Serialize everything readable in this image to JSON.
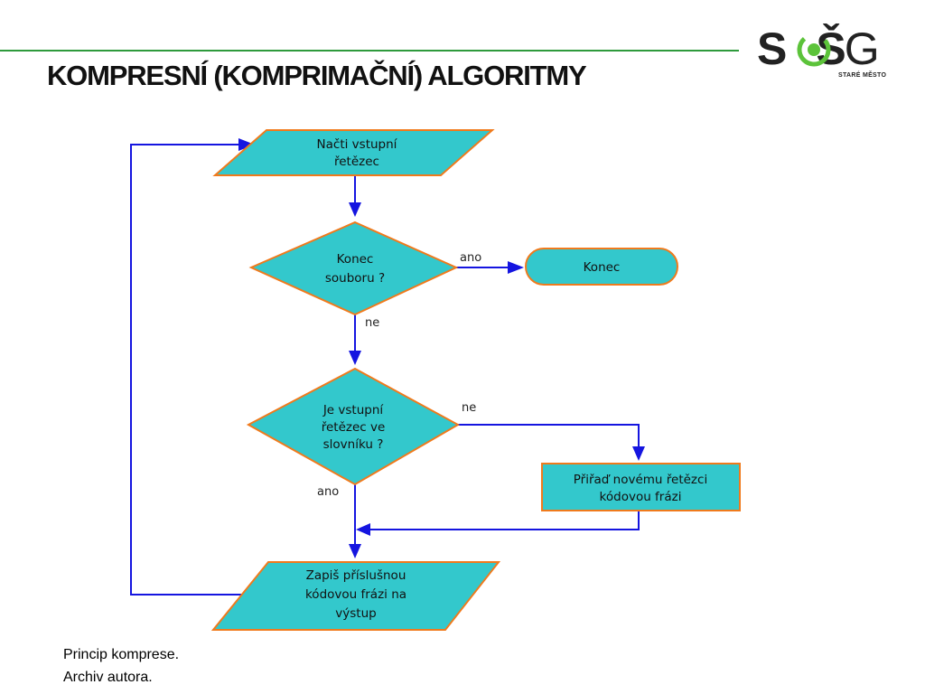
{
  "slide": {
    "title": "KOMPRESNÍ (KOMPRIMAČNÍ) ALGORITMY",
    "caption": [
      "Princip komprese.",
      "Archiv autora."
    ]
  },
  "logo": {
    "letters_left": "S",
    "letters_right": "Š",
    "letter_g": "G",
    "subtitle": "STARÉ MĚSTO",
    "colors": {
      "text": "#222222",
      "accent": "#5cc33a"
    }
  },
  "colors": {
    "shape_fill": "#33c8cc",
    "shape_stroke": "#f07a1c",
    "connector": "#1515e0",
    "rule": "#2e9a3c"
  },
  "flowchart": {
    "nodes": [
      {
        "id": "read-input",
        "shape": "parallelogram",
        "lines": [
          "Načti vstupní",
          "řetězec"
        ]
      },
      {
        "id": "end-of-file",
        "shape": "diamond",
        "lines": [
          "Konec",
          "souboru ?"
        ]
      },
      {
        "id": "end",
        "shape": "terminal",
        "lines": [
          "Konec"
        ]
      },
      {
        "id": "in-dictionary",
        "shape": "diamond",
        "lines": [
          "Je vstupní",
          "řetězec ve",
          "slovníku ?"
        ]
      },
      {
        "id": "assign-code",
        "shape": "rectangle",
        "lines": [
          "Přiřaď novému řetězci",
          "kódovou frázi"
        ]
      },
      {
        "id": "write-output",
        "shape": "parallelogram",
        "lines": [
          "Zapiš příslušnou",
          "kódovou frázi na",
          "výstup"
        ]
      }
    ],
    "edge_labels": {
      "eof_yes": "ano",
      "eof_no": "ne",
      "dict_no": "ne",
      "dict_yes": "ano"
    }
  }
}
